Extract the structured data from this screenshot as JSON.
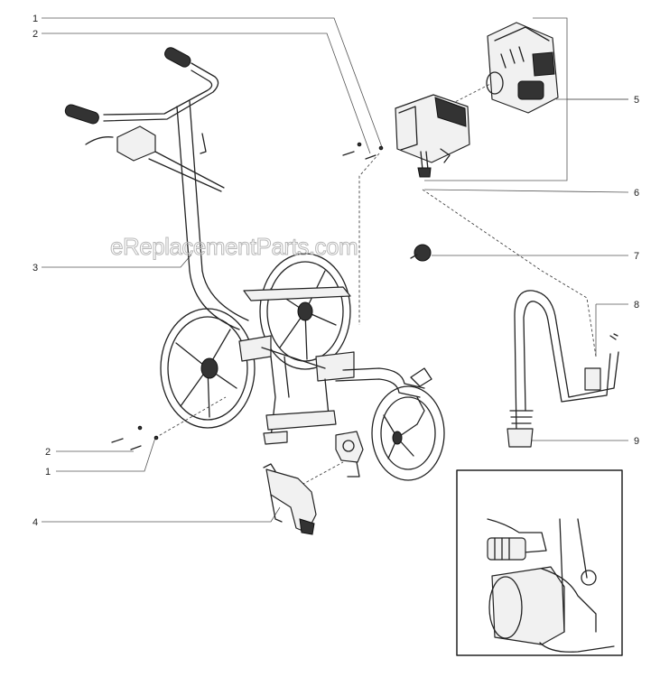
{
  "watermark": "eReplacementParts.com",
  "callouts": {
    "c1_top": "1",
    "c2_top": "2",
    "c3": "3",
    "c2_bottom": "2",
    "c1_bottom": "1",
    "c4": "4",
    "c5": "5",
    "c6": "6",
    "c7": "7",
    "c8": "8",
    "c9": "9"
  },
  "colors": {
    "line": "#222222",
    "leader": "#555555",
    "watermark": "#b8b8b8"
  }
}
